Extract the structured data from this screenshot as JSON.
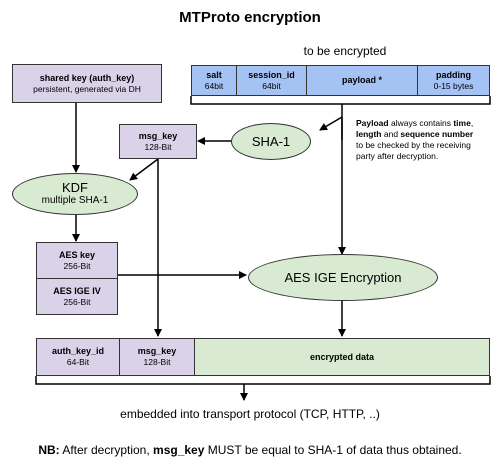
{
  "title": "MTProto encryption",
  "to_be_encrypted": "to be encrypted",
  "packet": {
    "salt": {
      "label": "salt",
      "sub": "64bit"
    },
    "session_id": {
      "label": "session_id",
      "sub": "64bit"
    },
    "payload": {
      "label": "payload *"
    },
    "padding": {
      "label": "padding",
      "sub": "0-15 bytes"
    }
  },
  "shared_key": {
    "label": "shared key (auth_key)",
    "sub": "persistent, generated via DH"
  },
  "msg_key_top": {
    "label": "msg_key",
    "sub": "128-Bit"
  },
  "sha1": "SHA-1",
  "kdf": {
    "label": "KDF",
    "sub": "multiple SHA-1"
  },
  "note": {
    "parts": [
      "Payload",
      " always contains ",
      "time",
      ",",
      "length",
      " and ",
      "sequence number",
      "to be checked by the receiving",
      "party after decryption."
    ]
  },
  "aes_key": {
    "label": "AES key",
    "sub": "256-Bit"
  },
  "aes_iv": {
    "label": "AES IGE IV",
    "sub": "256-Bit"
  },
  "aes_ige": "AES IGE Encryption",
  "output": {
    "auth_key_id": {
      "label": "auth_key_id",
      "sub": "64-Bit"
    },
    "msg_key": {
      "label": "msg_key",
      "sub": "128-Bit"
    },
    "encrypted": {
      "label": "encrypted data"
    }
  },
  "transport": "embedded into transport protocol (TCP, HTTP, ..)",
  "nb": {
    "prefix": "NB:",
    "text1": " After decryption, ",
    "msg_key": "msg_key",
    "text2": " MUST be equal to SHA-1 of data thus obtained."
  },
  "colors": {
    "lilac": "#d9d2e9",
    "blue": "#a4c2f4",
    "green": "#d9ead3"
  }
}
